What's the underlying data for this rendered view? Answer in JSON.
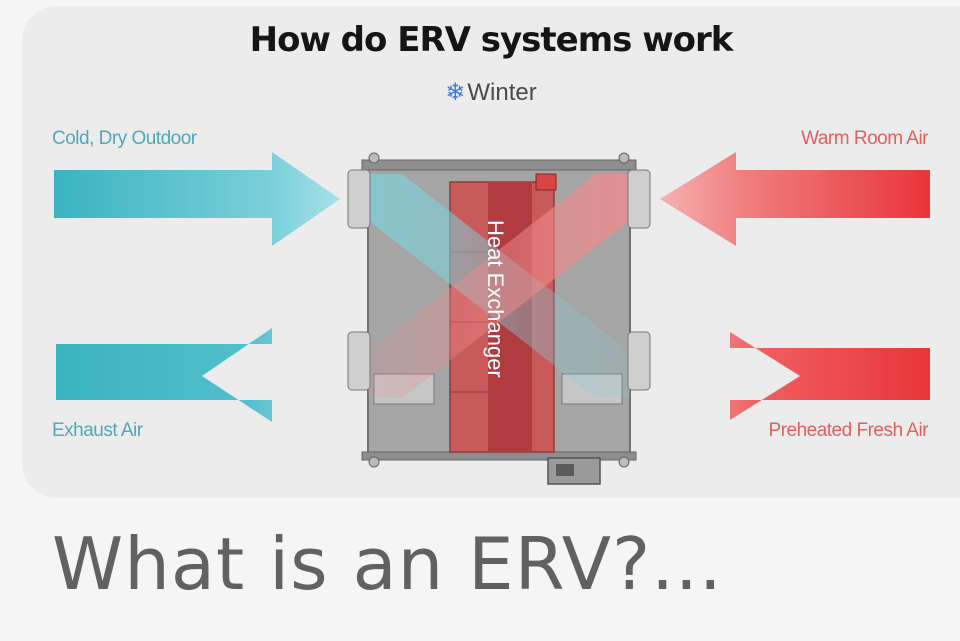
{
  "diagram": {
    "title": "How do ERV systems work",
    "season": "Winter",
    "season_icon": "snowflake-icon",
    "labels": {
      "cold_dry_outdoor": "Cold, Dry Outdoor",
      "warm_room_air": "Warm Room Air",
      "exhaust_air": "Exhaust Air",
      "preheated_fresh_air": "Preheated Fresh Air",
      "heat_exchanger": "Heat Exchanger"
    },
    "colors": {
      "teal": "#3fb6c4",
      "red": "#ea4a4a",
      "unit_gray": "#9a9a9a",
      "exchanger_red": "#c85050"
    }
  },
  "caption": {
    "text": "What is an ERV?..."
  }
}
